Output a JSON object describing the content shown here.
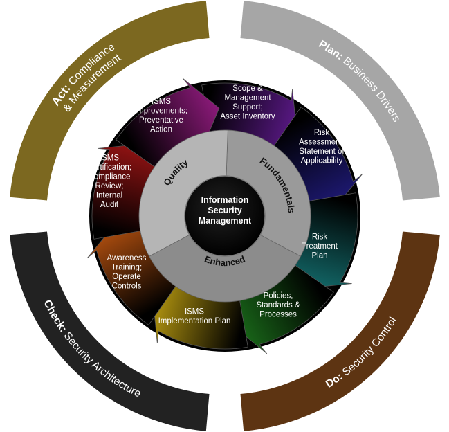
{
  "core": {
    "lines": [
      "Information",
      "Security",
      "Management"
    ]
  },
  "inner_ring": {
    "top_right": "Fundamentals",
    "top_left": "Quality",
    "bottom": "Enhanced"
  },
  "outer_arcs": [
    {
      "id": "plan",
      "bold": "Plan:",
      "rest": " Business Drivers",
      "color": "#a6a6a6"
    },
    {
      "id": "do",
      "bold": "Do:",
      "rest": " Security Control",
      "color": "#5d3412"
    },
    {
      "id": "check",
      "bold": "Check:",
      "rest": " Security Architecture",
      "color": "#222222"
    },
    {
      "id": "act",
      "bold": "Act:",
      "rest": " Compliance",
      "rest2": "& Measurement",
      "color": "#7c6820"
    }
  ],
  "arrows": [
    {
      "id": "scope",
      "color": "#5e1a8c",
      "lines": [
        "Scope &",
        "Management",
        "Support;",
        "Asset Inventory"
      ]
    },
    {
      "id": "risk-assessment",
      "color": "#1f1a78",
      "lines": [
        "Risk",
        "Assessment;",
        "Statement of",
        "Applicability"
      ]
    },
    {
      "id": "risk-treatment",
      "color": "#136b6b",
      "lines": [
        "Risk",
        "Treatment",
        "Plan"
      ]
    },
    {
      "id": "policies",
      "color": "#1a6b1a",
      "lines": [
        "Policies,",
        "Standards &",
        "Processes"
      ]
    },
    {
      "id": "implementation",
      "color": "#b89a10",
      "lines": [
        "ISMS",
        "Implementation Plan"
      ]
    },
    {
      "id": "awareness",
      "color": "#b3500f",
      "lines": [
        "Awareness",
        "Training;",
        "Operate",
        "Controls"
      ]
    },
    {
      "id": "certification",
      "color": "#9a1414",
      "lines": [
        "ISMS",
        "Certification;",
        "Compliance",
        "Review;",
        "Internal",
        "Audit"
      ]
    },
    {
      "id": "improvements",
      "color": "#8c1a7a",
      "lines": [
        "ISMS",
        "Improvements;",
        "Preventative",
        "Action"
      ]
    }
  ]
}
